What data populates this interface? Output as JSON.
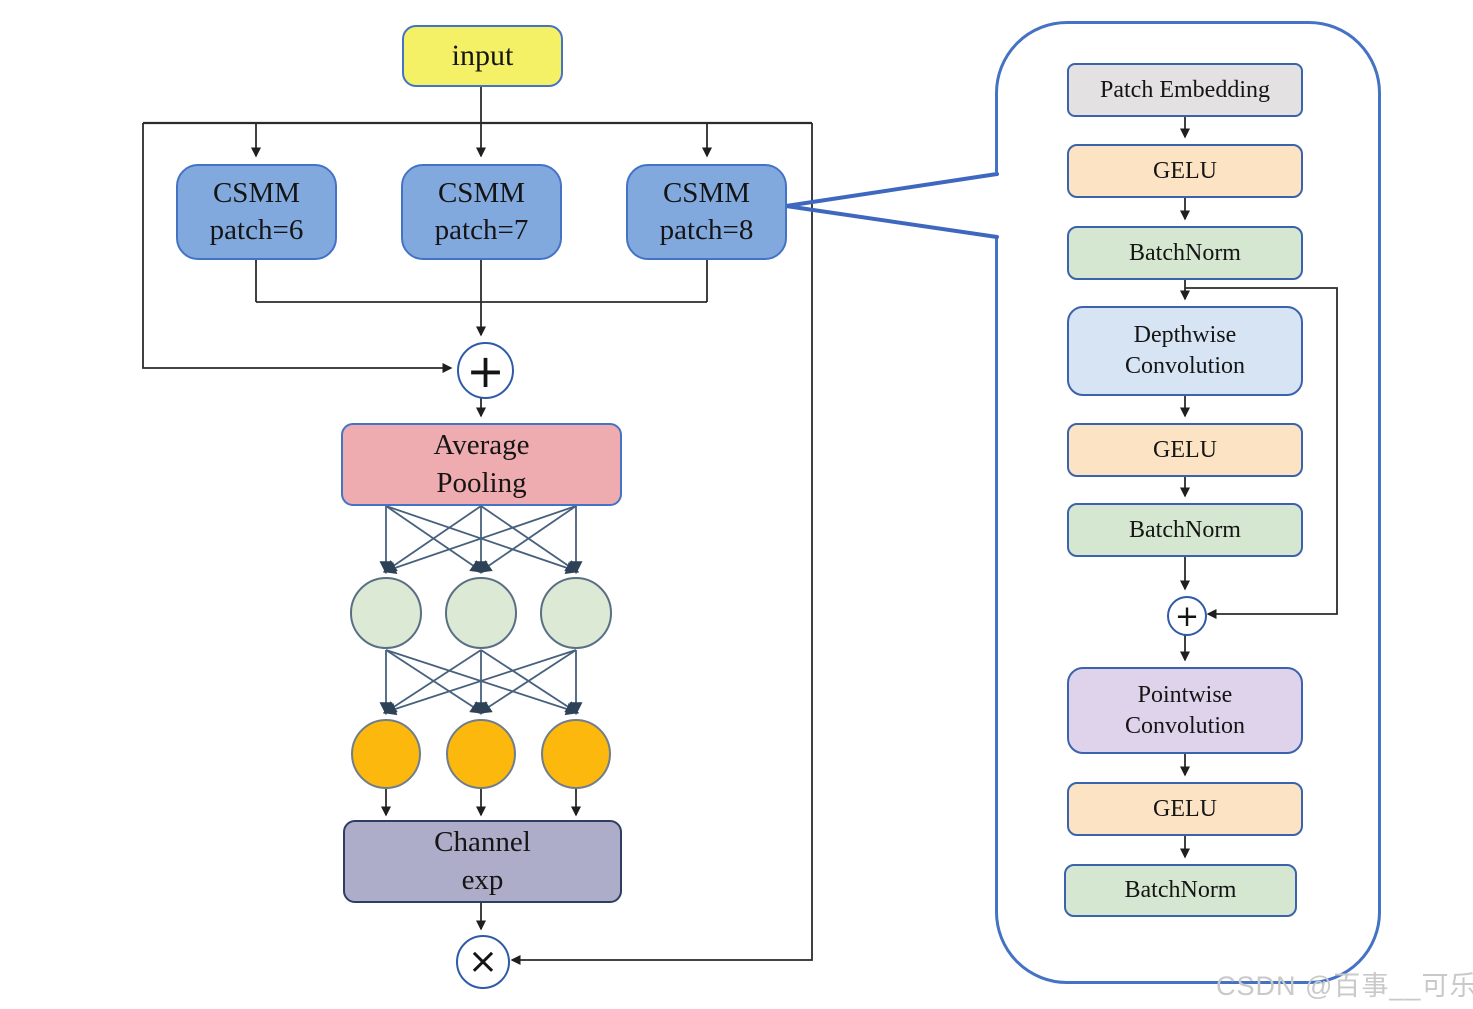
{
  "palette": {
    "accent_blue": "#4472c4",
    "input_fill": "#F4F167",
    "csmm_fill": "#82A9DE",
    "average_pooling_fill": "#EFACB0",
    "channel_exp_fill": "#AEADC9",
    "channel_exp_border": "#303D63",
    "neuron_green_fill": "#DCE9D5",
    "neuron_orange_fill": "#FCB80C",
    "patch_embedding_fill": "#E3E1E2",
    "gelu_fill": "#FBE3C4",
    "batchnorm_fill": "#D5E7D0",
    "depthwise_fill": "#D6E4F4",
    "pointwise_fill": "#DFD3EB",
    "wire_slate": "#47617d",
    "wire_black": "#2b2b2b",
    "watermark_gray": "#c9c9c9"
  },
  "left_flow": {
    "input_label": "input",
    "csmm_branches": [
      {
        "label": "CSMM\npatch=6"
      },
      {
        "label": "CSMM\npatch=7"
      },
      {
        "label": "CSMM\npatch=8"
      }
    ],
    "sum_symbol": "+",
    "average_pooling_label": "Average\nPooling",
    "hidden_neuron_count": 3,
    "output_neuron_count": 3,
    "channel_exp_label": "Channel\nexp",
    "multiply_symbol": "×"
  },
  "csmm_detail": {
    "blocks": [
      {
        "id": "patch-embedding",
        "label": "Patch Embedding"
      },
      {
        "id": "gelu-1",
        "label": "GELU"
      },
      {
        "id": "batchnorm-1",
        "label": "BatchNorm"
      },
      {
        "id": "depthwise-convolution",
        "label": "Depthwise\nConvolution"
      },
      {
        "id": "gelu-2",
        "label": "GELU"
      },
      {
        "id": "batchnorm-2",
        "label": "BatchNorm"
      },
      {
        "id": "sum",
        "label": "+"
      },
      {
        "id": "pointwise-convolution",
        "label": "Pointwise\nConvolution"
      },
      {
        "id": "gelu-3",
        "label": "GELU"
      },
      {
        "id": "batchnorm-3",
        "label": "BatchNorm"
      }
    ]
  },
  "watermark": "CSDN @百事__可乐"
}
